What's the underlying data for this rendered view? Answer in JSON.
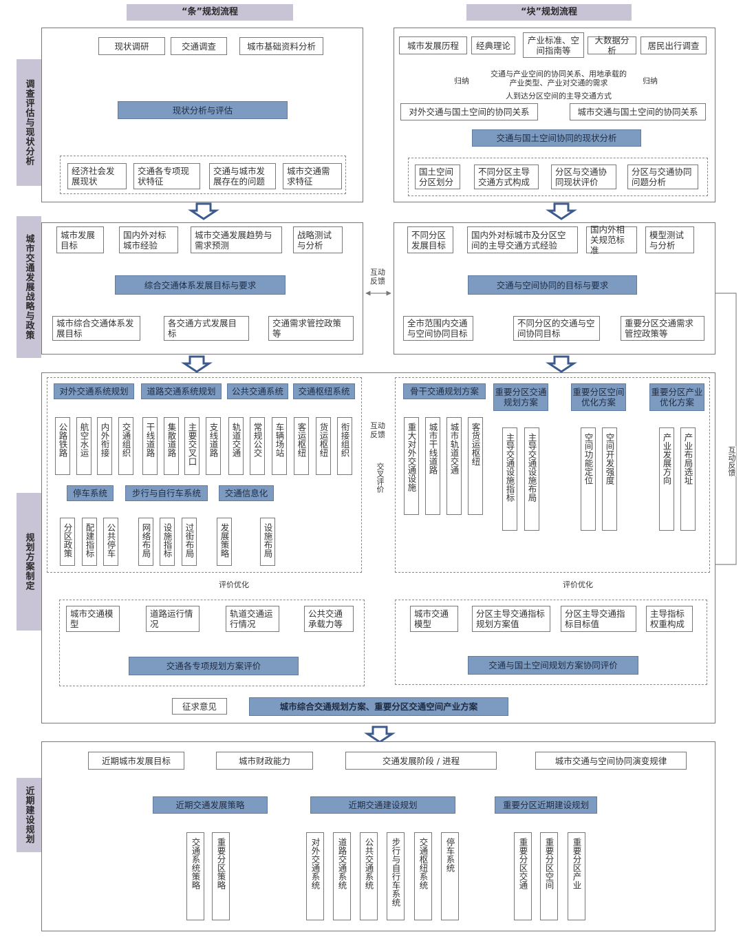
{
  "headers": {
    "left": "“条”规划流程",
    "right": "“块”规划流程"
  },
  "side": {
    "s1": "调查评估与现状分析",
    "s2": "城市交通发展战略与政策",
    "s3": "规划方案制定",
    "s4": "近期建设规划"
  },
  "p1": {
    "top": [
      "现状调研",
      "交通调查",
      "城市基础资料分析"
    ],
    "mid": "现状分析与评估",
    "bottom": [
      "经济社会发展现状",
      "交通各专项现状特征",
      "交通与城市发展存在的问题",
      "城市交通需求特征"
    ]
  },
  "p2": {
    "top": [
      "城市发展历程",
      "经典理论",
      "产业标准、空间指南等",
      "大数据分析",
      "居民出行调查"
    ],
    "note1": "交通与产业空间的协同关系、用地承载的产业类型、产业对交通的需求",
    "note2": "人到达分区空间的主导交通方式",
    "induce": "归纳",
    "leftBox": "对外交通与国土空间的协同关系",
    "rightBox": "城市交通与国土空间的协同关系",
    "mid": "交通与国土空间协同的现状分析",
    "bottom": [
      "国土空间分区划分",
      "不同分区主导交通方式构成",
      "分区与交通协同现状评价",
      "分区与交通协同问题分析"
    ]
  },
  "p3": {
    "top": [
      "城市发展目标",
      "国内外对标城市经验",
      "城市交通发展趋势与需求预测",
      "战略测试与分析"
    ],
    "mid": "综合交通体系发展目标与要求",
    "bottom": [
      "城市综合交通体系发展目标",
      "各交通方式发展目标",
      "交通需求管控政策等"
    ]
  },
  "p4": {
    "top": [
      "不同分区发展目标",
      "国内外对标城市及分区空间的主导交通方式经验",
      "国内外相关规范标准",
      "模型测试与分析"
    ],
    "mid": "交通与空间协同的目标与要求",
    "bottom": [
      "全市范围内交通与空间协同目标",
      "不同分区的交通与空间协同目标",
      "重要分区交通需求管控政策等"
    ]
  },
  "feedback": "互动反馈",
  "cross": "交叉评价",
  "evalopt": "评价优化",
  "p5": {
    "groups": [
      {
        "title": "对外交通系统规划",
        "items": [
          "公路铁路",
          "航空水运",
          "内外衔接",
          "交通组织"
        ]
      },
      {
        "title": "道路交通系统规划",
        "items": [
          "干线道路",
          "集散道路",
          "主要交叉口",
          "支线道路"
        ]
      },
      {
        "title": "公共交通系统",
        "items": [
          "轨道交通",
          "常规公交",
          "车辆场站"
        ]
      },
      {
        "title": "交通枢纽系统",
        "items": [
          "客运枢纽",
          "货运枢纽",
          "衔接组织"
        ]
      }
    ],
    "groups2": [
      {
        "title": "停车系统",
        "items": [
          "分区政策",
          "配建指标",
          "公共停车"
        ]
      },
      {
        "title": "步行与自行车系统",
        "items": [
          "网络布局",
          "设施指标",
          "过街布局"
        ]
      },
      {
        "title": "交通信息化",
        "items": [
          "发展策略",
          "设施布局"
        ]
      }
    ]
  },
  "p6": {
    "groups": [
      {
        "title": "骨干交通规划方案",
        "items": [
          "重大对外交通设施",
          "城市干线道路",
          "城市轨道交通",
          "客货运枢纽"
        ]
      },
      {
        "title": "重要分区交通规划方案",
        "items": [
          "主导交通设施指标",
          "主导交通设施布局"
        ]
      },
      {
        "title": "重要分区空间优化方案",
        "items": [
          "空间功能定位",
          "空间开发强度"
        ]
      },
      {
        "title": "重要分区产业优化方案",
        "items": [
          "产业发展方向",
          "产业布局选址"
        ]
      }
    ]
  },
  "e1": {
    "top": [
      "城市交通模型",
      "道路运行情况",
      "轨道交通运行情况",
      "公共交通承载力等"
    ],
    "mid": "交通各专项规划方案评价"
  },
  "e2": {
    "top": [
      "城市交通模型",
      "分区主导交通指标规划方案值",
      "分区主导交通指标目标值",
      "主导指标权重构成"
    ],
    "mid": "交通与国土空间规划方案协同评价"
  },
  "final": {
    "input": "征求意见",
    "result": "城市综合交通规划方案、重要分区交通空间产业方案"
  },
  "p7": {
    "top": [
      "近期城市发展目标",
      "城市财政能力",
      "交通发展阶段 / 进程",
      "城市交通与空间协同演变规律"
    ],
    "mids": [
      "近期交通发展策略",
      "近期交通建设规划",
      "重要分区近期建设规划"
    ],
    "g1": [
      "交通系统策略",
      "重要分区策略"
    ],
    "g2": [
      "对外交通系统",
      "道路交通系统",
      "公共交通系统",
      "步行与自行车系统",
      "交通枢纽系统",
      "停车系统"
    ],
    "g3": [
      "重要分区交通",
      "重要分区空间",
      "重要分区产业"
    ]
  }
}
